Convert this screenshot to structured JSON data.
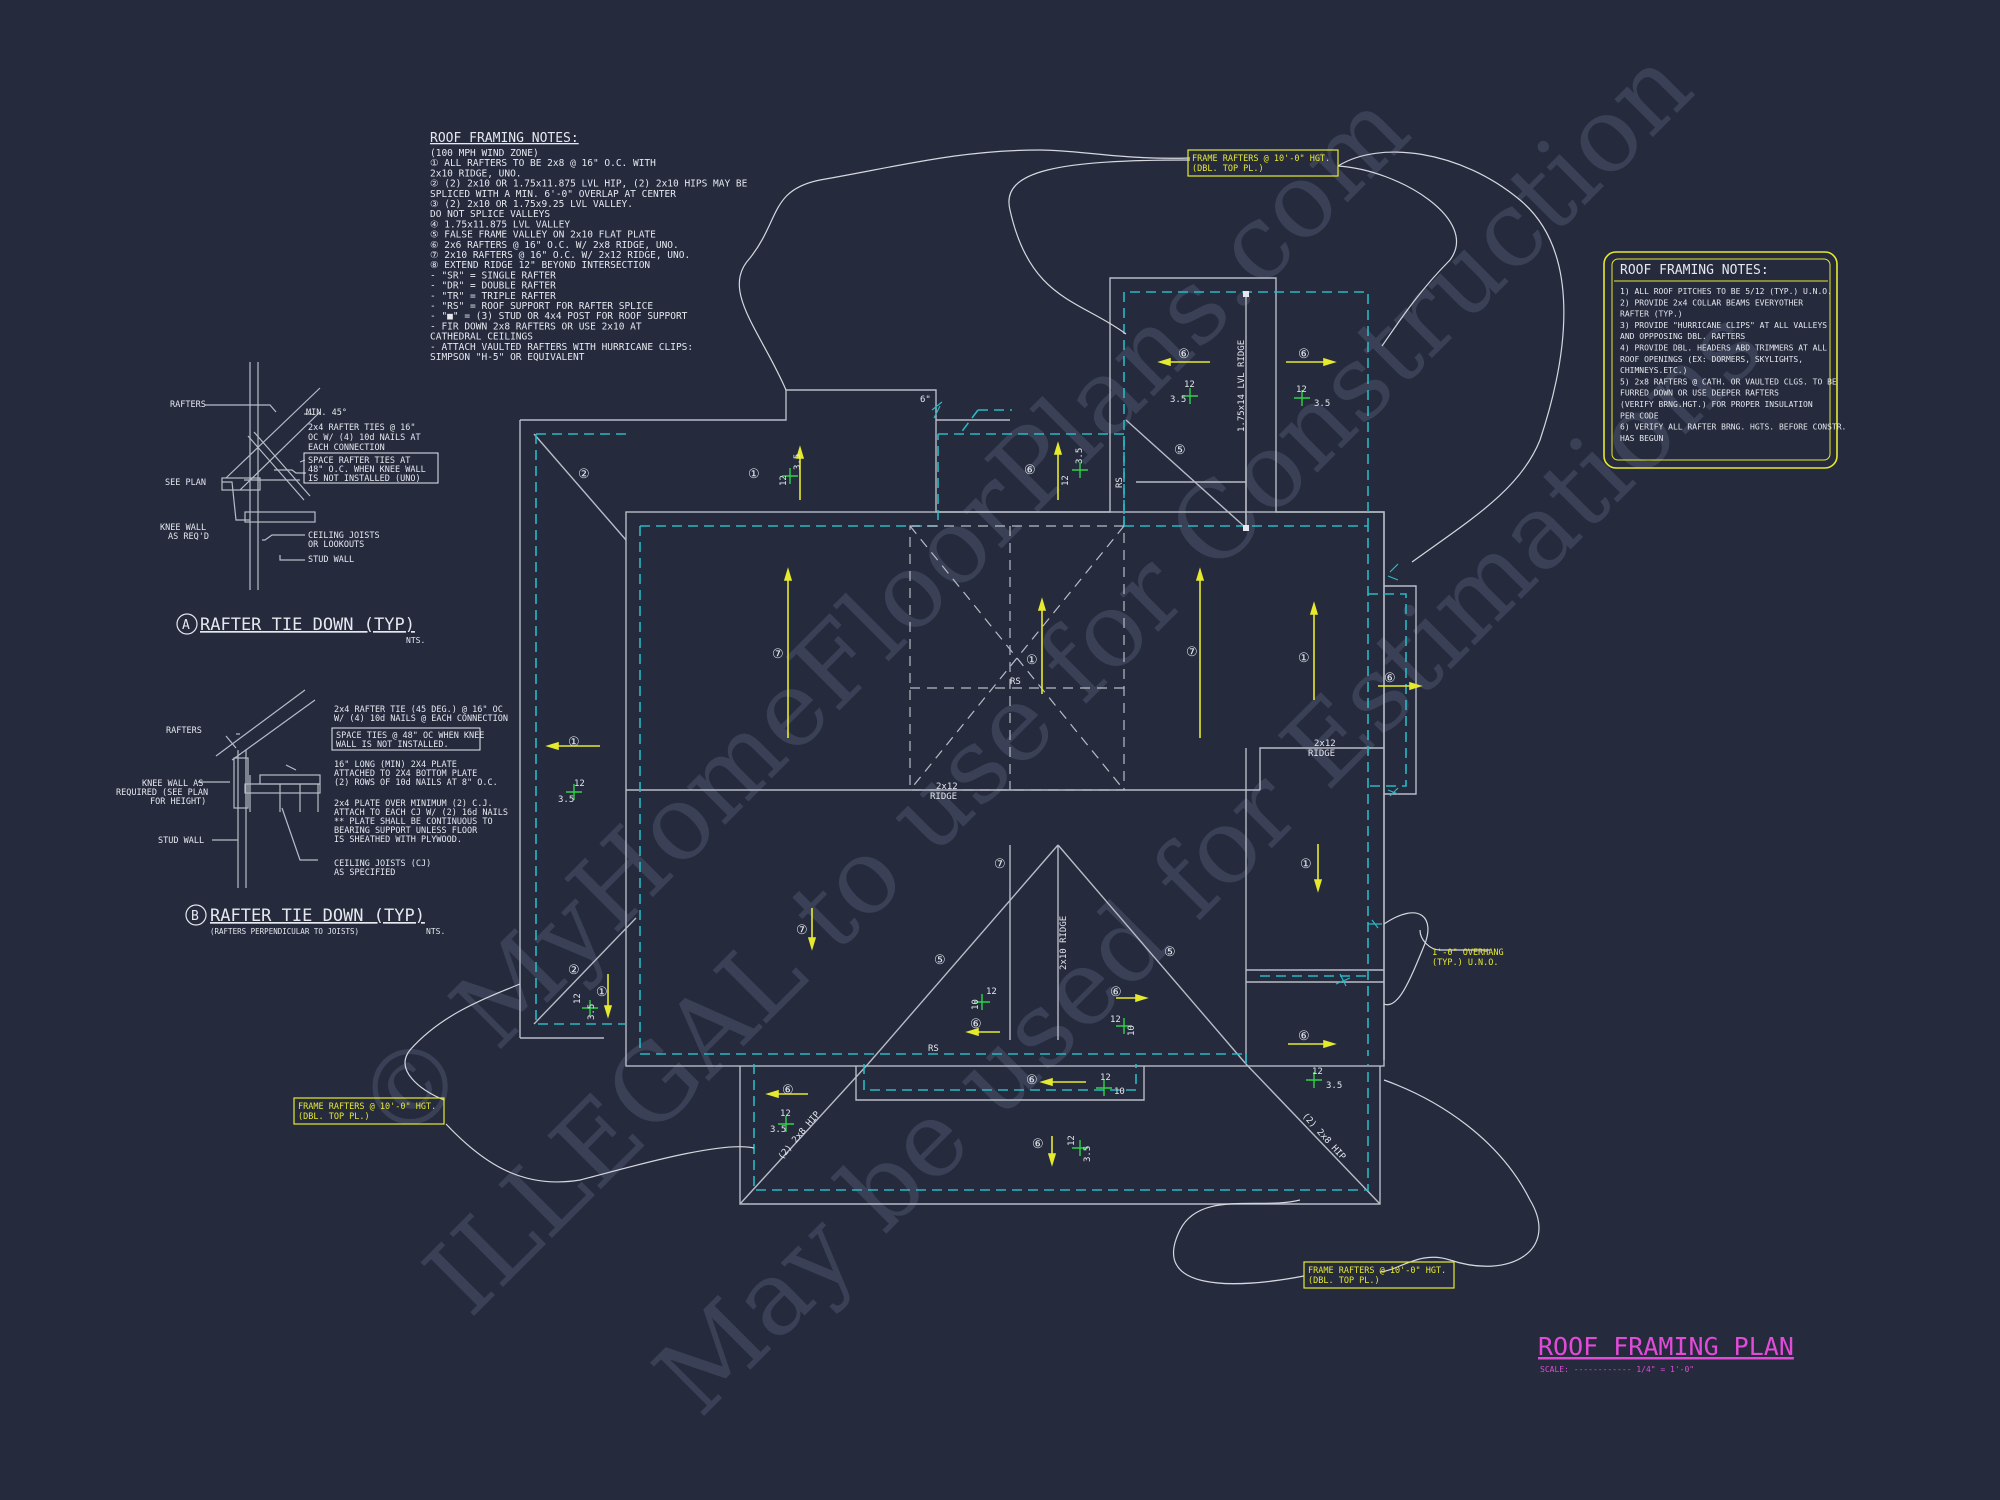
{
  "colors": {
    "background": "#252a3d",
    "linework": "#b8bcc6",
    "text": "#e6e8ee",
    "cyan": "#2ab8c4",
    "yellow": "#e6ea2e",
    "green": "#2fd24a",
    "magenta": "#e24bd8",
    "watermark": "#3a4055"
  },
  "notes_left": {
    "title": "ROOF FRAMING NOTES:",
    "lines": [
      "(100 MPH WIND ZONE)",
      "① ALL RAFTERS TO BE 2x8 @ 16\" O.C. WITH",
      "   2x10 RIDGE, UNO.",
      "② (2) 2x10 OR 1.75x11.875 LVL HIP, (2) 2x10 HIPS MAY BE",
      "   SPLICED WITH A MIN. 6'-0\" OVERLAP AT CENTER",
      "③ (2) 2x10 OR 1.75x9.25 LVL VALLEY.",
      "   DO NOT SPLICE VALLEYS",
      "④ 1.75x11.875 LVL VALLEY",
      "⑤ FALSE FRAME VALLEY ON 2x10 FLAT PLATE",
      "⑥ 2x6 RAFTERS @ 16\" O.C. W/ 2x8 RIDGE, UNO.",
      "⑦ 2x10 RAFTERS @ 16\" O.C. W/ 2x12 RIDGE, UNO.",
      "⑧ EXTEND RIDGE 12\" BEYOND INTERSECTION",
      "- \"SR\" = SINGLE RAFTER",
      "- \"DR\" = DOUBLE RAFTER",
      "- \"TR\" = TRIPLE RAFTER",
      "- \"RS\" = ROOF SUPPORT FOR RAFTER SPLICE",
      "- \"■\"  = (3) STUD OR 4x4 POST FOR ROOF SUPPORT",
      "- FIR DOWN 2x8 RAFTERS OR USE 2x10 AT",
      "   CATHEDRAL CEILINGS",
      "- ATTACH VAULTED RAFTERS WITH HURRICANE CLIPS:",
      "   SIMPSON \"H-5\" OR EQUIVALENT"
    ]
  },
  "notes_right": {
    "title": "ROOF FRAMING NOTES:",
    "lines": [
      "1) ALL ROOF PITCHES TO BE 5/12 (TYP.) U.N.O.",
      "2) PROVIDE 2x4 COLLAR BEAMS EVERYOTHER",
      "   RAFTER (TYP.)",
      "3) PROVIDE \"HURRICANE CLIPS\" AT ALL VALLEYS",
      "   AND OPPPOSING DBL. RAFTERS",
      "4) PROVIDE DBL. HEADERS ABD TRIMMERS AT ALL",
      "   ROOF OPENINGS (EX: DORMERS, SKYLIGHTS,",
      "   CHIMNEYS.ETC.)",
      "5) 2x8 RAFTERS @ CATH. OR VAULTED CLGS. TO BE",
      "   FURRED DOWN OR USE DEEPER RAFTERS",
      "   (VERIFY BRNG.HGT.) FOR PROPER INSULATION",
      "   PER CODE",
      "6) VERIFY ALL RAFTER BRNG. HGTS. BEFORE CONSTR.",
      "   HAS BEGUN"
    ]
  },
  "detail_a": {
    "marker": "A",
    "title": "RAFTER TIE DOWN (TYP)",
    "scale": "NTS.",
    "labels": {
      "rafters": "RAFTERS",
      "min": "MIN. 45°",
      "tie_1": "2x4 RAFTER TIES @ 16\"",
      "tie_2": "OC W/ (4) 10d NAILS AT",
      "tie_3": "EACH CONNECTION",
      "box_1": "SPACE RAFTER TIES AT",
      "box_2": "48\" O.C. WHEN KNEE WALL",
      "box_3": "IS NOT INSTALLED (UNO)",
      "see_plan": "SEE PLAN",
      "knee_1": "KNEE WALL",
      "knee_2": "AS REQ'D",
      "cj_1": "CEILING JOISTS",
      "cj_2": "OR LOOKOUTS",
      "stud": "STUD WALL"
    }
  },
  "detail_b": {
    "marker": "B",
    "title": "RAFTER TIE DOWN (TYP)",
    "subtitle": "(RAFTERS PERPENDICULAR TO JOISTS)",
    "scale": "NTS.",
    "labels": {
      "tie_1": "2x4 RAFTER TIE (45 DEG.) @ 16\" OC",
      "tie_2": "W/ (4) 10d NAILS @ EACH CONNECTION",
      "box_1": "SPACE TIES @ 48\" OC WHEN KNEE",
      "box_2": "WALL IS NOT INSTALLED.",
      "rafters": "RAFTERS",
      "plate_1": "16\" LONG (MIN) 2X4 PLATE",
      "plate_2": "ATTACHED TO 2X4 BOTTOM PLATE",
      "plate_3": "(2) ROWS OF 10d NAILS AT 8\" O.C.",
      "knee_1": "KNEE WALL AS",
      "knee_2": "REQUIRED (SEE PLAN",
      "knee_3": "FOR HEIGHT)",
      "cj_1": "2x4 PLATE OVER MINIMUM (2) C.J.",
      "cj_2": "ATTACH TO EACH CJ W/ (2) 16d NAILS",
      "cj_3": "** PLATE SHALL BE CONTINUOUS TO",
      "cj_4": "BEARING SUPPORT UNLESS FLOOR",
      "cj_5": "IS SHEATHED WITH PLYWOOD.",
      "stud": "STUD WALL",
      "joists_1": "CEILING JOISTS (CJ)",
      "joists_2": "AS SPECIFIED"
    }
  },
  "callouts": {
    "frame_top_1": "FRAME RAFTERS @ 10'-0\" HGT.",
    "frame_top_2": "(DBL. TOP PL.)",
    "frame_left_1": "FRAME RAFTERS @ 10'-0\" HGT.",
    "frame_left_2": "(DBL. TOP PL.)",
    "frame_bottom_1": "FRAME RAFTERS @ 10'-0\" HGT.",
    "frame_bottom_2": "(DBL. TOP PL.)",
    "overhang_1": "1'-0\" OVERHANG",
    "overhang_2": "(TYP.) U.N.O."
  },
  "plan_labels": {
    "lvl_ridge": "1.75x14 LVL RIDGE",
    "rs": "RS",
    "ridge_212": "2x12",
    "ridge_word": "RIDGE",
    "ridge_210": "2x10 RIDGE",
    "hip_a": "(2) 2x8 HIP",
    "hip_b": "(2) 2x8 HIP",
    "pitch_12": "12",
    "pitch_35": "3.5",
    "pitch_10": "10",
    "note_1": "①",
    "note_2": "②",
    "note_5": "⑤",
    "note_6": "⑥",
    "note_7": "⑦",
    "tick": "6\""
  },
  "plan_title": "ROOF FRAMING PLAN",
  "plan_scale": "SCALE: ------------ 1/4\" = 1'-0\"",
  "watermark": {
    "line1": "© MyHomeFloorPlans.com",
    "line2": "ILLEGAL to use for Construction",
    "line3": "May be used for Estimations"
  }
}
